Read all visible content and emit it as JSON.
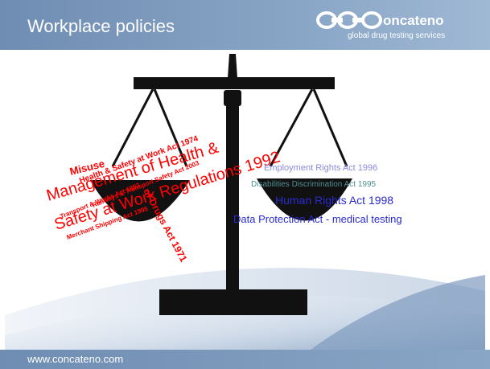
{
  "header": {
    "title": "Workplace policies"
  },
  "logo": {
    "name": "oncateno",
    "tagline": "global drug testing services"
  },
  "footer": {
    "url": "www.concateno.com"
  },
  "left_pan_phrases": [
    "Misuse",
    "of Drugs Act 1971",
    "Management of Health &",
    "Safety at Work Regulations 1992",
    "Health & Safety at Work Act 1974",
    "Transport & Works Act 1992",
    "Railways & Transport Safety Act 2003",
    "Merchant Shipping Act 1995"
  ],
  "right_pan_phrases": [
    "Employment Rights Act 1996",
    "Disabilities Discrimination Act 1995",
    "Human Rights Act 1998",
    "Data Protection Act - medical testing"
  ],
  "colors": {
    "header": "#7a97bb",
    "left_text": "#ff0000",
    "right_text": "#2a2ad0"
  }
}
